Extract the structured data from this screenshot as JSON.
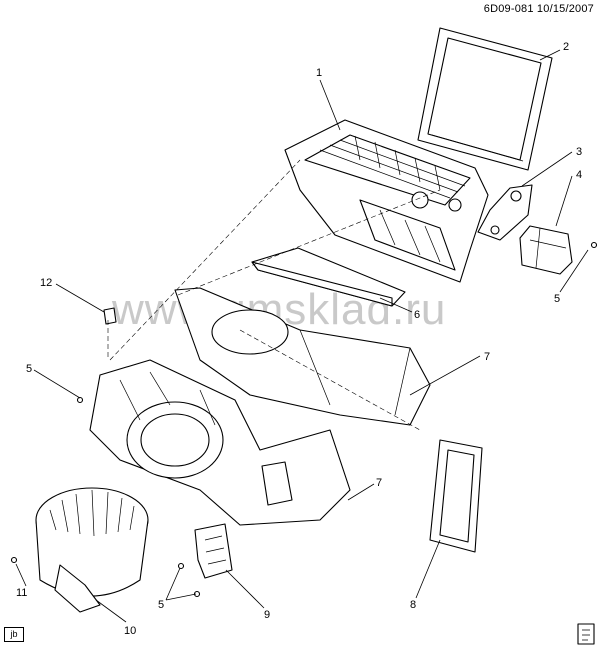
{
  "header": {
    "drawing_id": "6D09-081  10/15/2007"
  },
  "watermark": "www.gmsklad.ru",
  "footer": {
    "corner_code": "jb"
  },
  "callouts": {
    "c1": "1",
    "c2": "2",
    "c3": "3",
    "c4": "4",
    "c5a": "5",
    "c5b": "5",
    "c5c": "5",
    "c6": "6",
    "c7a": "7",
    "c7b": "7",
    "c8": "8",
    "c9": "9",
    "c10": "10",
    "c11": "11",
    "c12": "12"
  },
  "colors": {
    "line": "#000000",
    "watermark": "#c9c9c9",
    "background": "#ffffff"
  }
}
